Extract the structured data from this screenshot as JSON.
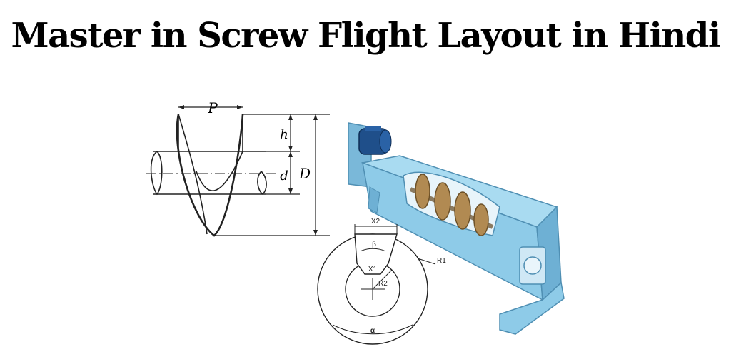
{
  "title": "Master in Screw Flight Layout in Hindi",
  "screw_diagram": {
    "pitch_label": "P",
    "height_label": "h",
    "shaft_label": "d",
    "diameter_label": "D"
  },
  "conveyor": {
    "body_color": "#8ecbe8",
    "flight_color": "#b18a52"
  },
  "flight_layout": {
    "x2_label": "X2",
    "beta_label": "β",
    "x1_label": "X1",
    "r1_label": "R1",
    "r2_label": "R2",
    "alpha_label": "α"
  }
}
